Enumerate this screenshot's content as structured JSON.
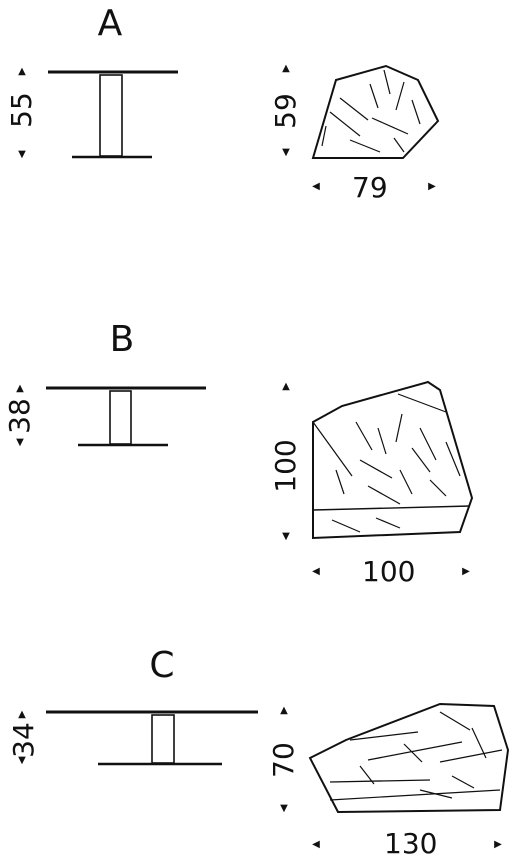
{
  "variants": [
    {
      "label": "A",
      "side_height": "55",
      "top_depth": "59",
      "top_width": "79"
    },
    {
      "label": "B",
      "side_height": "38",
      "top_depth": "100",
      "top_width": "100"
    },
    {
      "label": "C",
      "side_height": "34",
      "top_depth": "70",
      "top_width": "130"
    }
  ],
  "colors": {
    "line": "#111111",
    "background": "#ffffff"
  },
  "icons": {
    "arrow_up": "triangle-up-icon",
    "arrow_down": "triangle-down-icon",
    "arrow_left": "triangle-left-icon",
    "arrow_right": "triangle-right-icon"
  }
}
